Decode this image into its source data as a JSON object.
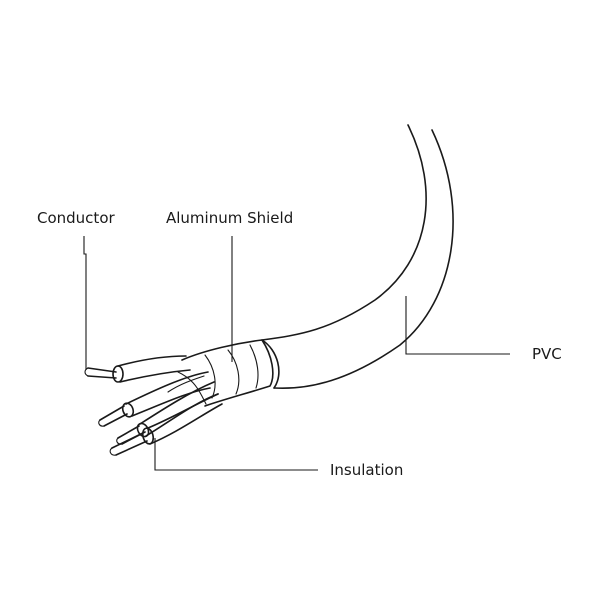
{
  "labels": {
    "conductor": "Conductor",
    "aluminum_shield": "Aluminum Shield",
    "pvc": "PVC",
    "insulation": "Insulation"
  },
  "colors": {
    "ink": "#1a1a1a",
    "background": "#ffffff"
  }
}
